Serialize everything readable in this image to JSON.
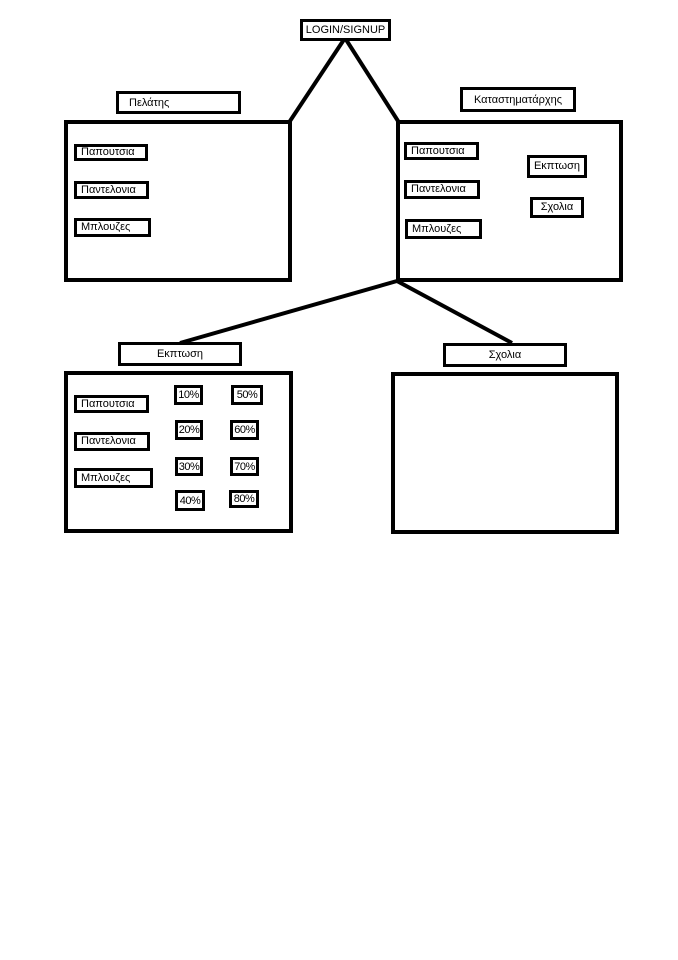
{
  "root": {
    "label": "LOGIN/SIGNUP"
  },
  "customer": {
    "title": "Πελάτης",
    "items": [
      "Παπουτσια",
      "Παντελονια",
      "Μπλουζες"
    ]
  },
  "manager": {
    "title": "Καταστηματάρχης",
    "items": [
      "Παπουτσια",
      "Παντελονια",
      "Μπλουζες"
    ],
    "actions": [
      "Εκπτωση",
      "Σχολια"
    ]
  },
  "discount": {
    "title": "Εκπτωση",
    "items": [
      "Παπουτσια",
      "Παντελονια",
      "Μπλουζες"
    ],
    "percentages": [
      "10%",
      "50%",
      "20%",
      "60%",
      "30%",
      "70%",
      "40%",
      "80%"
    ]
  },
  "comments": {
    "title": "Σχολια"
  }
}
